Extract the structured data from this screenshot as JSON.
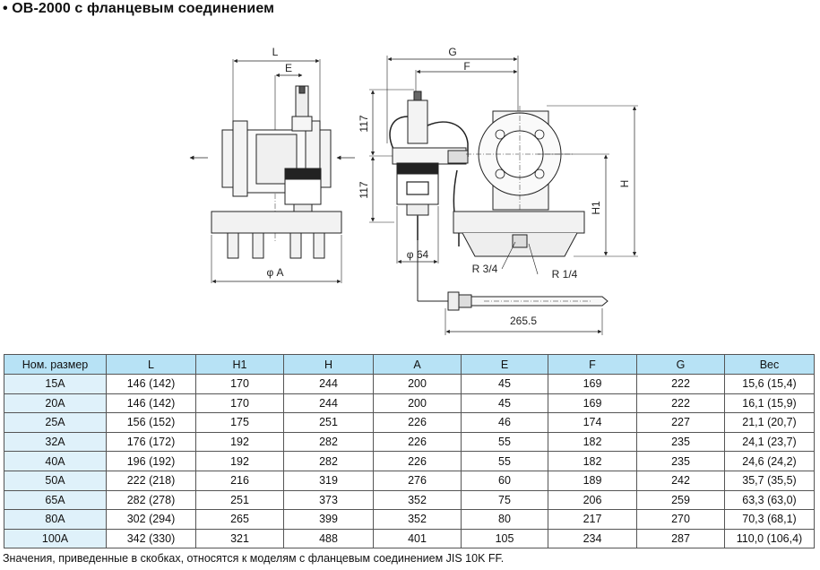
{
  "header": {
    "bullet": "•",
    "title": "OB-2000 с фланцевым соединением"
  },
  "drawing": {
    "left_view": {
      "dim_L": "L",
      "dim_E": "E",
      "dim_A": "φ A"
    },
    "right_view": {
      "dim_G": "G",
      "dim_F": "F",
      "dim_117_top": "117",
      "dim_117_bottom": "117",
      "dim_H": "H",
      "dim_H1": "H1",
      "dim_phi64": "φ 64",
      "dim_R34": "R 3/4",
      "dim_R14": "R 1/4",
      "dim_265": "265.5"
    }
  },
  "table": {
    "headers": [
      "Ном. размер",
      "L",
      "H1",
      "H",
      "A",
      "E",
      "F",
      "G",
      "Вес"
    ],
    "rows": [
      [
        "15A",
        "146 (142)",
        "170",
        "244",
        "200",
        "45",
        "169",
        "222",
        "15,6 (15,4)"
      ],
      [
        "20A",
        "146 (142)",
        "170",
        "244",
        "200",
        "45",
        "169",
        "222",
        "16,1 (15,9)"
      ],
      [
        "25A",
        "156 (152)",
        "175",
        "251",
        "226",
        "46",
        "174",
        "227",
        "21,1 (20,7)"
      ],
      [
        "32A",
        "176 (172)",
        "192",
        "282",
        "226",
        "55",
        "182",
        "235",
        "24,1 (23,7)"
      ],
      [
        "40A",
        "196 (192)",
        "192",
        "282",
        "226",
        "55",
        "182",
        "235",
        "24,6 (24,2)"
      ],
      [
        "50A",
        "222 (218)",
        "216",
        "319",
        "276",
        "60",
        "189",
        "242",
        "35,7 (35,5)"
      ],
      [
        "65A",
        "282 (278)",
        "251",
        "373",
        "352",
        "75",
        "206",
        "259",
        "63,3 (63,0)"
      ],
      [
        "80A",
        "302 (294)",
        "265",
        "399",
        "352",
        "80",
        "217",
        "270",
        "70,3 (68,1)"
      ],
      [
        "100A",
        "342 (330)",
        "321",
        "488",
        "401",
        "105",
        "234",
        "287",
        "110,0 (106,4)"
      ]
    ]
  },
  "footnote": "Значения, приведенные в скобках, относятся к моделям с фланцевым соединением JIS 10K FF."
}
